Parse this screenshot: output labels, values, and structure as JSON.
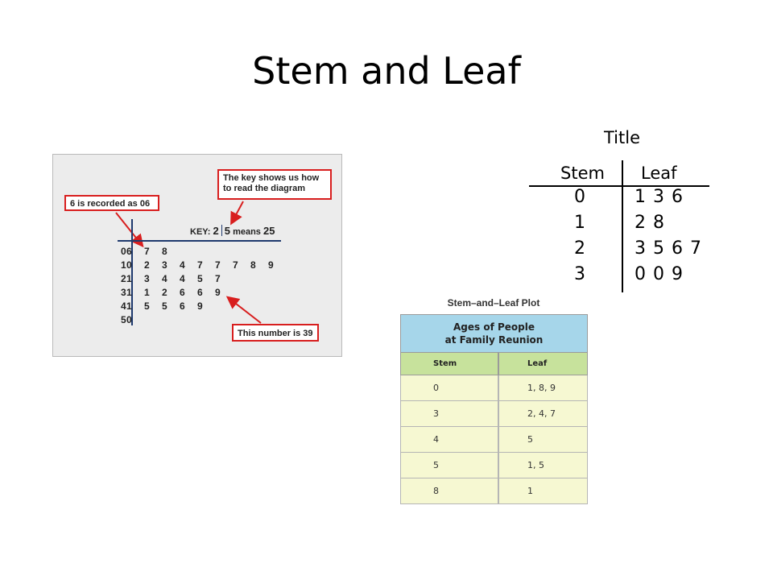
{
  "slide": {
    "title": "Stem and Leaf"
  },
  "figure1": {
    "callout_06": "6 is recorded as 06",
    "callout_key": "The key shows us how to read the diagram",
    "callout_39": "This number is 39",
    "key": {
      "label": "KEY:",
      "stem": "2",
      "leaf": "5",
      "means": "means",
      "value": "25"
    },
    "rows": [
      {
        "stem": "0",
        "leaves": [
          "6",
          "7",
          "8"
        ]
      },
      {
        "stem": "1",
        "leaves": [
          "0",
          "2",
          "3",
          "4",
          "7",
          "7",
          "7",
          "8",
          "9"
        ]
      },
      {
        "stem": "2",
        "leaves": [
          "1",
          "3",
          "4",
          "4",
          "5",
          "7"
        ]
      },
      {
        "stem": "3",
        "leaves": [
          "1",
          "1",
          "2",
          "6",
          "6",
          "9"
        ]
      },
      {
        "stem": "4",
        "leaves": [
          "1",
          "5",
          "5",
          "6",
          "9"
        ]
      },
      {
        "stem": "5",
        "leaves": [
          "0"
        ]
      }
    ],
    "colors": {
      "callout_border": "#d81e1e",
      "arrow": "#d81e1e",
      "axis": "#1f3a6e"
    }
  },
  "figure2": {
    "title": "Title",
    "stem_header": "Stem",
    "leaf_header": "Leaf",
    "rows": [
      {
        "stem": "0",
        "leaves": "1 3 6"
      },
      {
        "stem": "1",
        "leaves": "2 8"
      },
      {
        "stem": "2",
        "leaves": "3 5 6 7"
      },
      {
        "stem": "3",
        "leaves": "0 0 9"
      }
    ]
  },
  "table": {
    "caption": "Stem–and–Leaf Plot",
    "title_line1": "Ages of People",
    "title_line2": "at Family Reunion",
    "stem_header": "Stem",
    "leaf_header": "Leaf",
    "rows": [
      {
        "stem": "0",
        "leaf": "1, 8, 9"
      },
      {
        "stem": "3",
        "leaf": "2, 4, 7"
      },
      {
        "stem": "4",
        "leaf": "5"
      },
      {
        "stem": "5",
        "leaf": "1, 5"
      },
      {
        "stem": "8",
        "leaf": "1"
      }
    ],
    "colors": {
      "title_bg": "#a6d6ea",
      "header_bg": "#c7e29c",
      "row_bg": "#f6f8d2"
    }
  }
}
